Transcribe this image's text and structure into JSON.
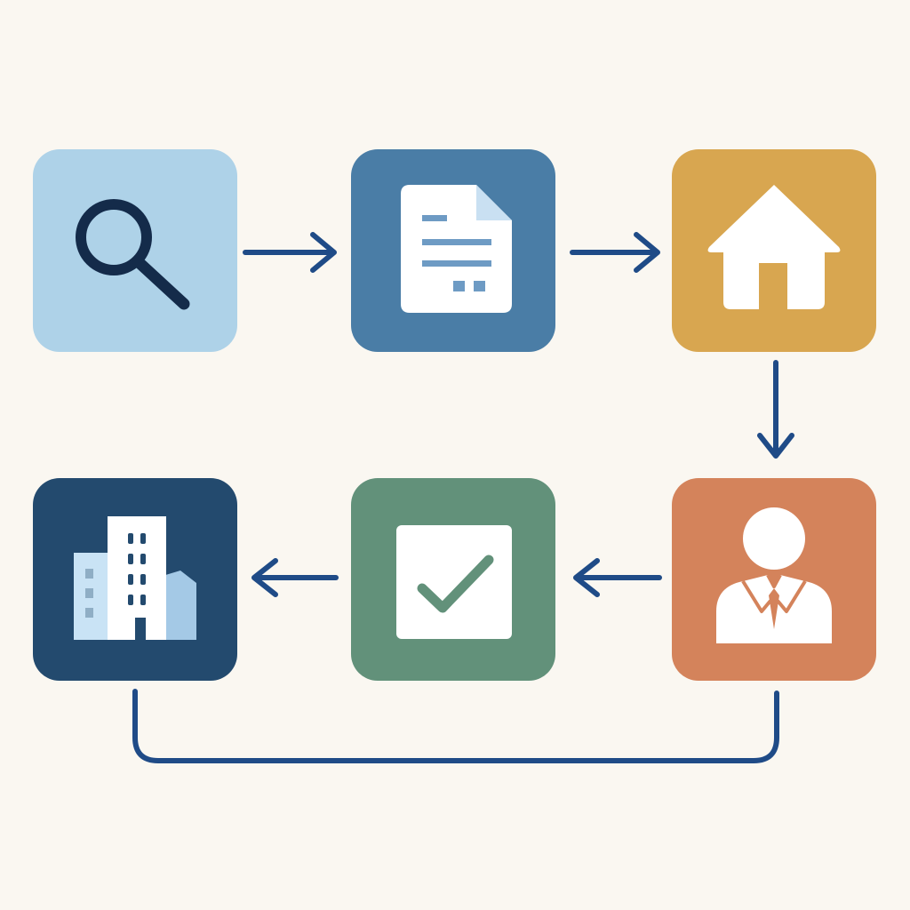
{
  "colors": {
    "background": "#faf7f1",
    "connector": "#1f4b87",
    "icon_dark": "#142b4a",
    "icon_light": "#ffffff"
  },
  "steps": [
    {
      "id": "search",
      "icon": "magnifier-icon",
      "color": "#aed2e8"
    },
    {
      "id": "document",
      "icon": "document-icon",
      "color": "#4a7da6"
    },
    {
      "id": "home",
      "icon": "house-icon",
      "color": "#d8a650"
    },
    {
      "id": "agent",
      "icon": "agent-person-icon",
      "color": "#d4835b"
    },
    {
      "id": "approve",
      "icon": "checkbox-icon",
      "color": "#62917a"
    },
    {
      "id": "building",
      "icon": "buildings-icon",
      "color": "#234a6e"
    }
  ],
  "connectors": [
    {
      "from": "search",
      "to": "document",
      "direction": "right"
    },
    {
      "from": "document",
      "to": "home",
      "direction": "right"
    },
    {
      "from": "home",
      "to": "agent",
      "direction": "down"
    },
    {
      "from": "agent",
      "to": "approve",
      "direction": "left"
    },
    {
      "from": "approve",
      "to": "building",
      "direction": "left"
    },
    {
      "from": "agent",
      "to": "building",
      "direction": "loop-below",
      "arrowhead": false
    }
  ]
}
